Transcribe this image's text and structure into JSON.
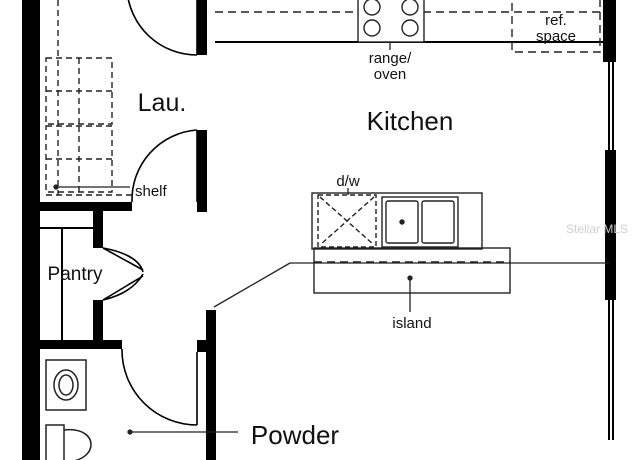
{
  "rooms": {
    "laundry": "Lau.",
    "kitchen": "Kitchen",
    "pantry": "Pantry",
    "powder": "Powder"
  },
  "labels": {
    "ref": [
      "ref.",
      "space"
    ],
    "range": [
      "range/",
      "oven"
    ],
    "shelf": "shelf",
    "dw": "d/w",
    "island": "island"
  },
  "watermark": "Stellar MLS",
  "colors": {
    "wall": "#000000",
    "line": "#222222",
    "background": "#ffffff"
  }
}
